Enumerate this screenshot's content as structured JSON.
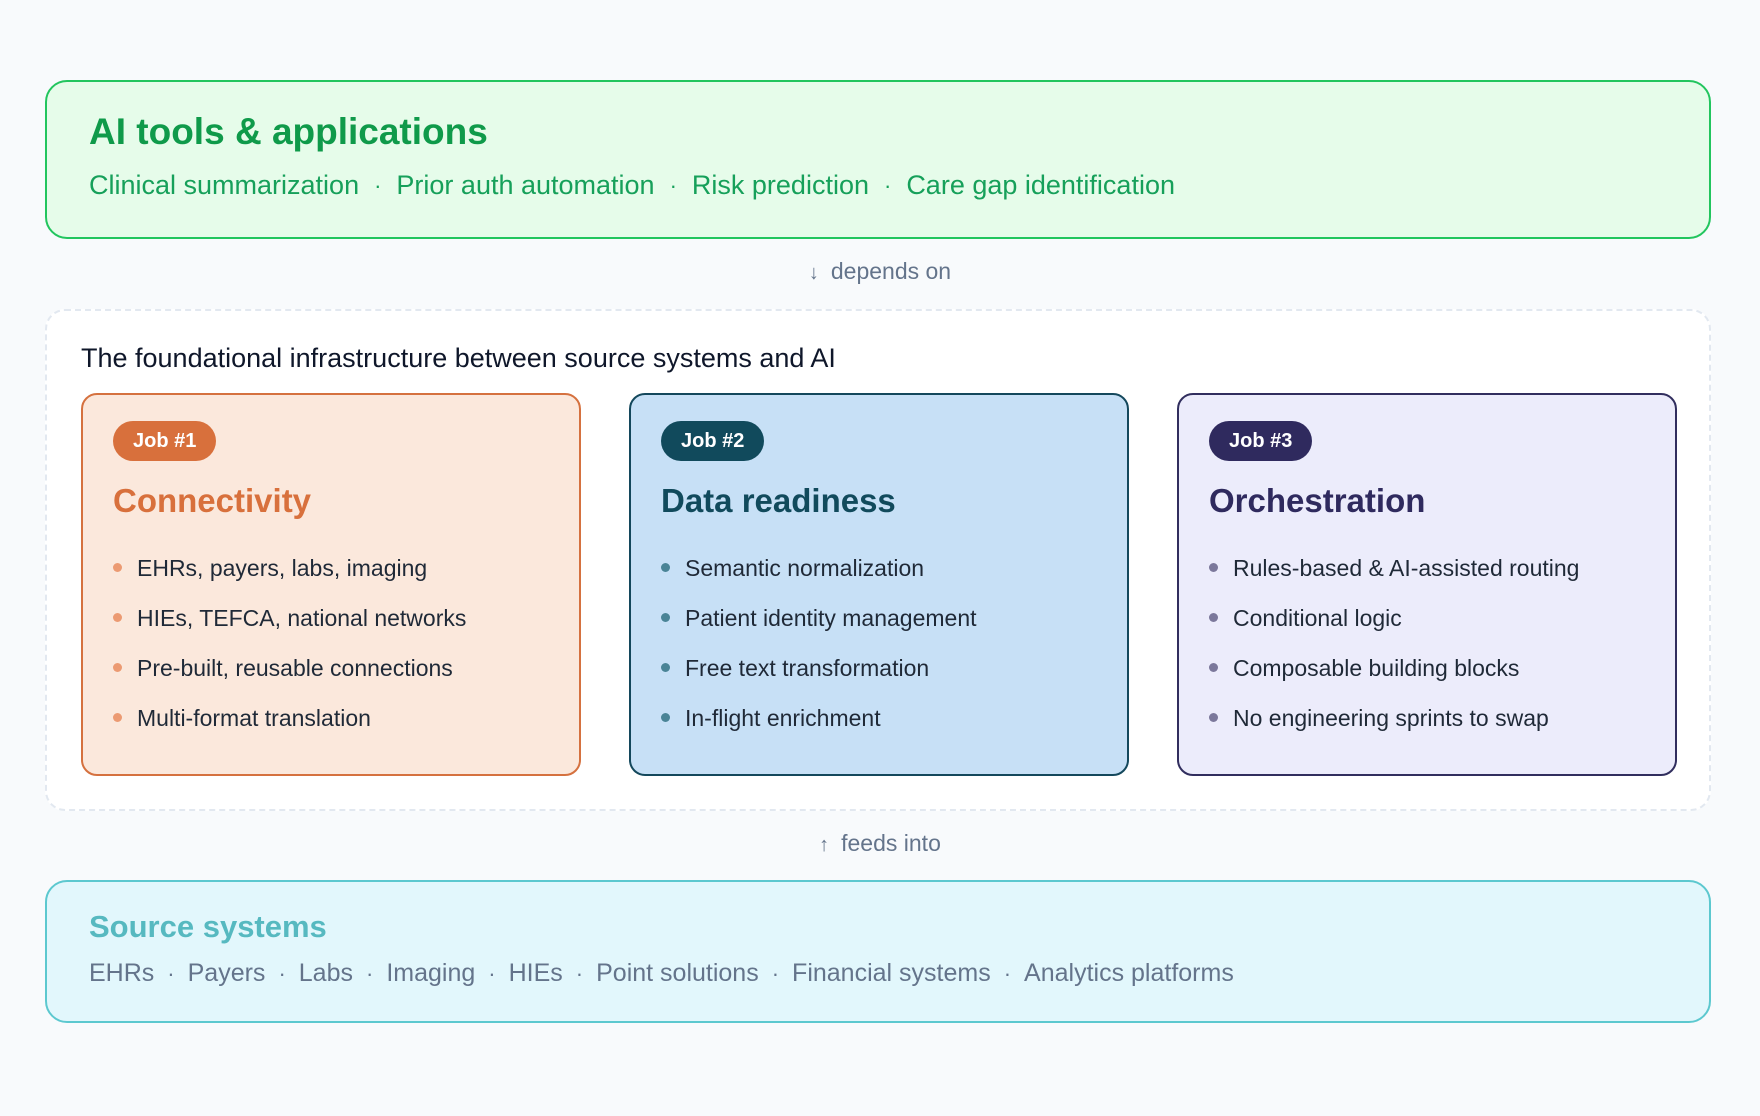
{
  "ai_tools": {
    "title": "AI tools & applications",
    "items": [
      "Clinical summarization",
      "Prior auth automation",
      "Risk prediction",
      "Care gap identification"
    ],
    "separator": "·"
  },
  "connectors": {
    "top": {
      "arrow": "↓",
      "label": "depends on"
    },
    "bottom": {
      "arrow": "↑",
      "label": "feeds into"
    }
  },
  "infrastructure": {
    "title": "The foundational infrastructure between source systems and AI",
    "jobs": [
      {
        "badge": "Job #1",
        "title": "Connectivity",
        "items": [
          "EHRs, payers, labs, imaging",
          "HIEs, TEFCA, national networks",
          "Pre-built, reusable connections",
          "Multi-format translation"
        ]
      },
      {
        "badge": "Job #2",
        "title": "Data readiness",
        "items": [
          "Semantic normalization",
          "Patient identity management",
          "Free text transformation",
          "In-flight enrichment"
        ]
      },
      {
        "badge": "Job #3",
        "title": "Orchestration",
        "items": [
          "Rules-based & AI-assisted routing",
          "Conditional logic",
          "Composable building blocks",
          "No engineering sprints to swap"
        ]
      }
    ]
  },
  "source_systems": {
    "title": "Source systems",
    "items": [
      "EHRs",
      "Payers",
      "Labs",
      "Imaging",
      "HIEs",
      "Point solutions",
      "Financial systems",
      "Analytics platforms"
    ],
    "separator": "·"
  },
  "colors": {
    "ai_green": "#16a05a",
    "job1_orange": "#d8703c",
    "job2_teal": "#114a5c",
    "job3_indigo": "#2f2a5e",
    "source_cyan": "#56b9c0"
  }
}
